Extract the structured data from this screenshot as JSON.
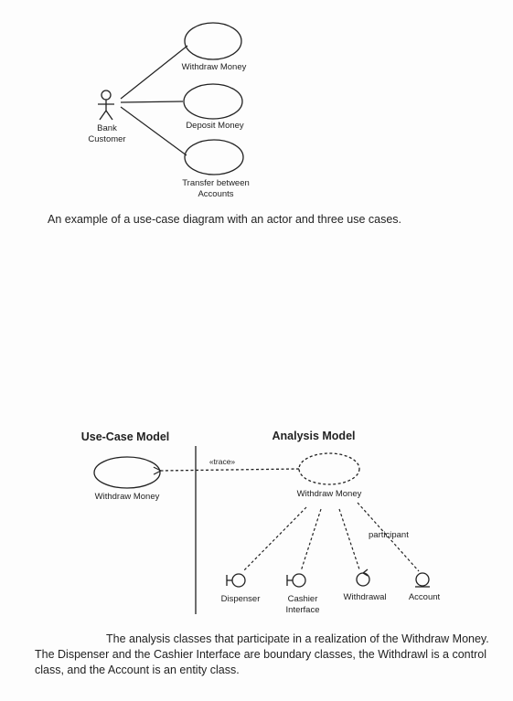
{
  "diagram1": {
    "actor": {
      "line1": "Bank",
      "line2": "Customer"
    },
    "use_cases": [
      {
        "line1": "Withdraw Money"
      },
      {
        "line1": "Deposit Money"
      },
      {
        "line1": "Transfer between",
        "line2": "Accounts"
      }
    ],
    "caption": "An example of a use-case diagram with an actor and three use cases."
  },
  "diagram2": {
    "left_title": "Use-Case Model",
    "right_title": "Analysis Model",
    "use_case_label": "Withdraw Money",
    "realization_label": "Withdraw Money",
    "trace_label": "«trace»",
    "participant_label": "participant",
    "classes": [
      {
        "line1": "Dispenser",
        "kind": "boundary"
      },
      {
        "line1": "Cashier",
        "line2": "Interface",
        "kind": "boundary"
      },
      {
        "line1": "Withdrawal",
        "kind": "control"
      },
      {
        "line1": "Account",
        "kind": "entity"
      }
    ],
    "caption": "The analysis classes that participate in a realization of the Withdraw Money. The Dispenser and the Cashier Interface are boundary classes, the Withdrawl is a control class, and the Account is an entity class."
  }
}
